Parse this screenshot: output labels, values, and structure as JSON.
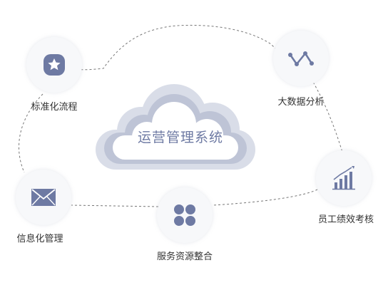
{
  "center": {
    "title": "运营管理系统"
  },
  "nodes": {
    "standard_process": {
      "label": "标准化流程",
      "icon": "star-icon"
    },
    "big_data": {
      "label": "大数据分析",
      "icon": "line-chart-icon"
    },
    "performance": {
      "label": "员工绩效考核",
      "icon": "bar-chart-icon"
    },
    "service": {
      "label": "服务资源整合",
      "icon": "grid-icon"
    },
    "informatization": {
      "label": "信息化管理",
      "icon": "mail-icon"
    }
  },
  "colors": {
    "accent": "#6e7aa3",
    "cloud_outer": "#d9dde8",
    "cloud_inner": "#bec4d6",
    "cloud_core": "#ffffff",
    "node_bg": "#f7f8fa",
    "dashed_line": "#777777",
    "label_text": "#333333"
  }
}
